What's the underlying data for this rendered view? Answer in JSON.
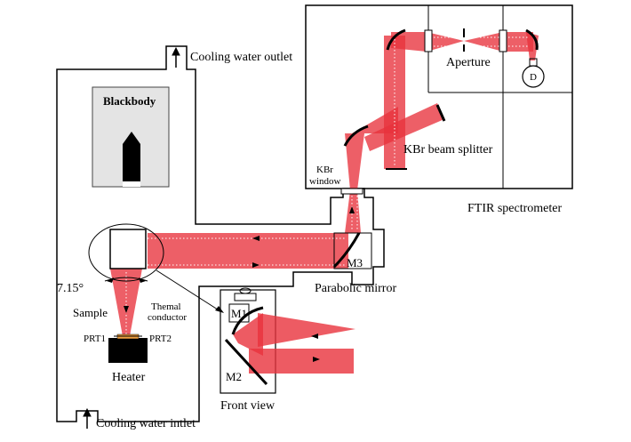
{
  "labels": {
    "cooling_outlet": "Cooling water outlet",
    "cooling_inlet": "Cooling water intlet",
    "blackbody": "Blackbody",
    "aperture": "Aperture",
    "detector": "D",
    "beam_splitter": "KBr beam splitter",
    "kbr_window_line1": "KBr",
    "kbr_window_line2": "window",
    "ftir": "FTIR spectrometer",
    "parabolic_mirror": "Parabolic mirror",
    "m3": "M3",
    "angle": "7.15°",
    "sample": "Sample",
    "thermal_line1": "Themal",
    "thermal_line2": "conductor",
    "prt1": "PRT1",
    "prt2": "PRT2",
    "heater": "Heater",
    "m1": "M1",
    "m2": "M2",
    "front_view": "Front view"
  },
  "colors": {
    "beam": "#e8323c",
    "outline": "#000000",
    "blackbody_bg": "#e4e4e4",
    "sample": "#f0a040"
  }
}
